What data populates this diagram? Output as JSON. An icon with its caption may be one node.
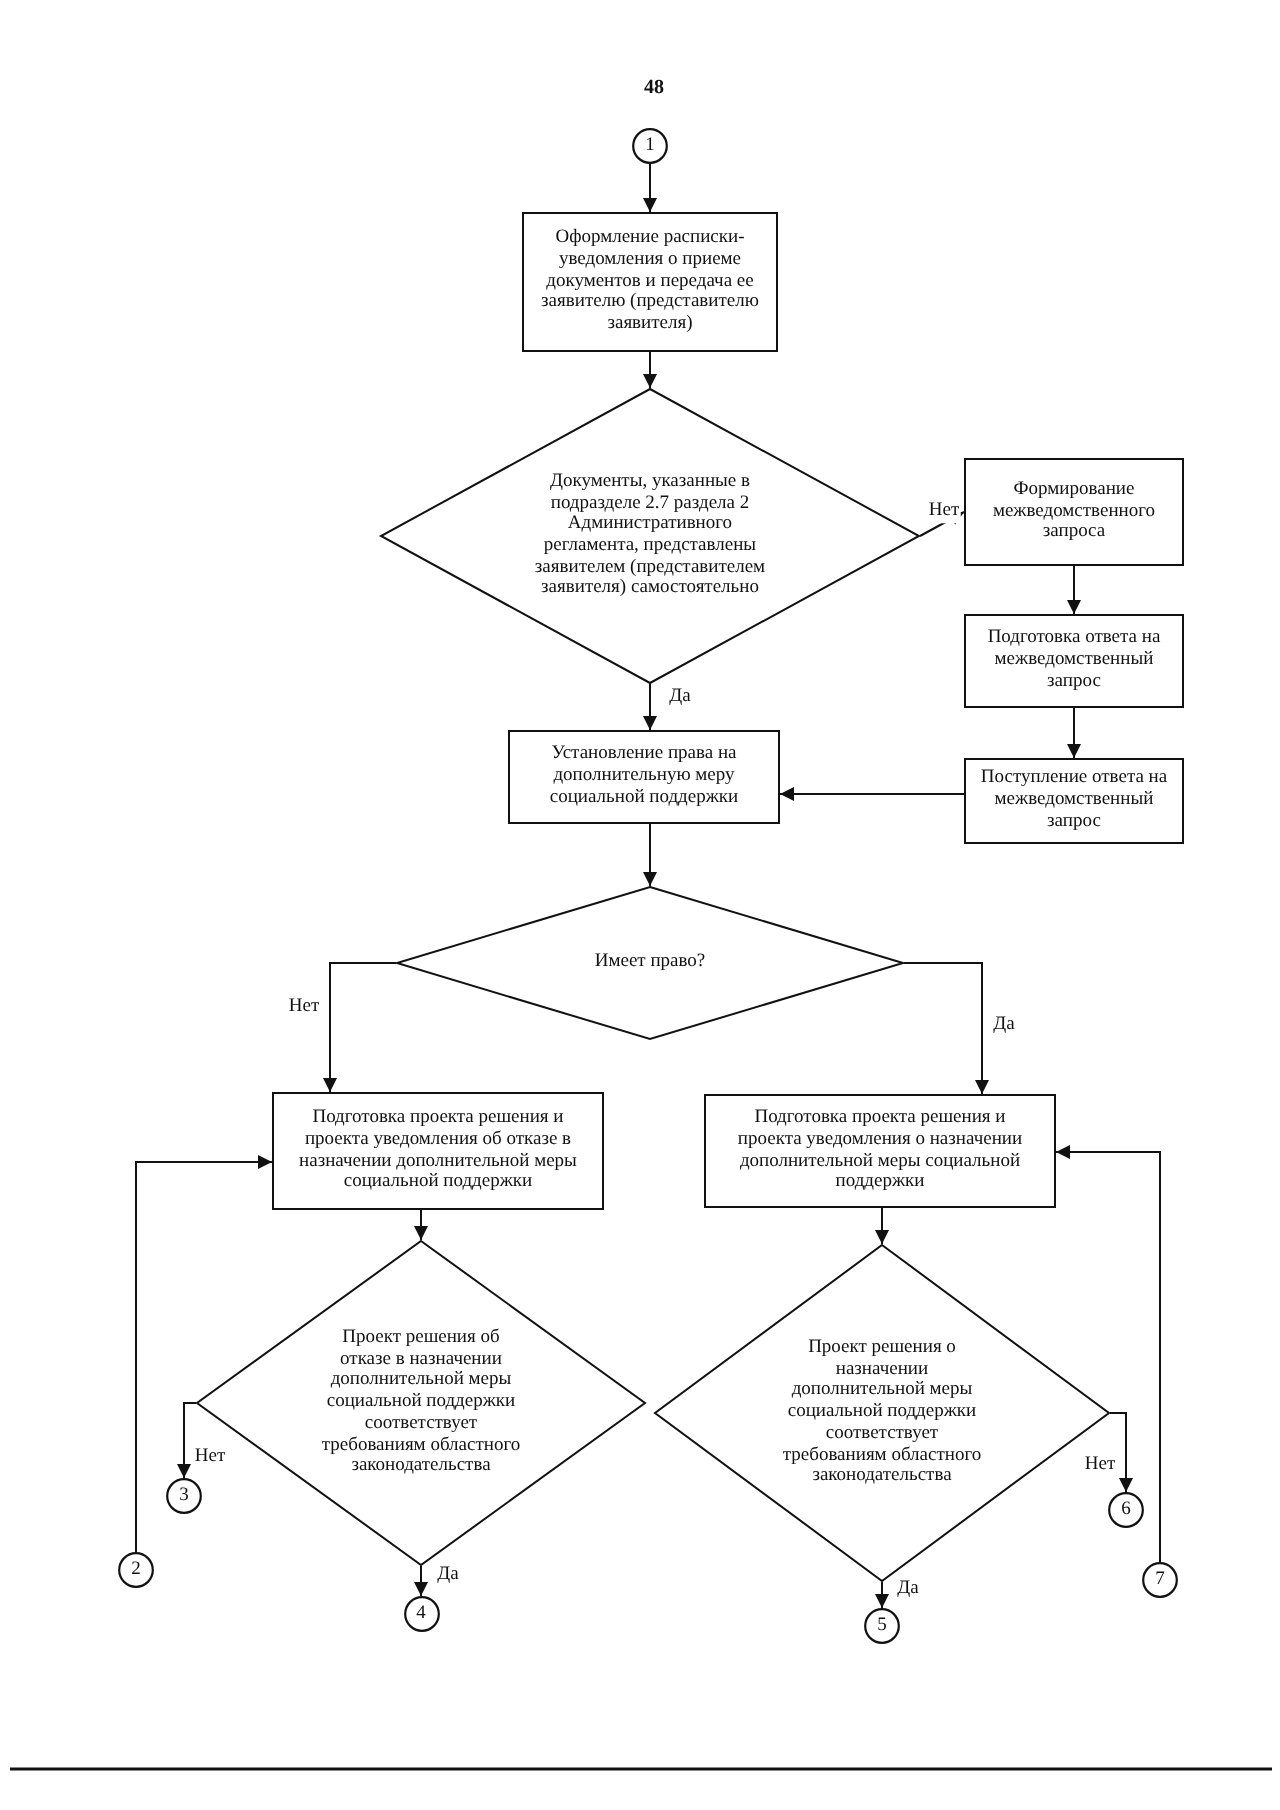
{
  "diagram": {
    "nodes": [
      {
        "text": [
          "1"
        ]
      },
      {
        "text": [
          "Оформление расписки-уведомления о приеме документов и передача ее заявителю (представителю заявителя)"
        ]
      },
      {
        "text": [
          "Документы, указанные в подразделе 2.7 раздела 2 Административного регламента, представлены заявителем (представителем заявителя) самостоятельно"
        ]
      },
      {
        "text": [
          "Формирование межведомственного запроса"
        ]
      },
      {
        "text": [
          "Подготовка ответа на межведомственный запрос"
        ]
      },
      {
        "text": [
          "Установление права на дополнительную меру социальной поддержки"
        ]
      },
      {
        "text": [
          "Поступление ответа на межведомственный запрос"
        ]
      },
      {
        "text": [
          "Имеет право?"
        ]
      },
      {
        "text": [
          "Подготовка проекта решения и проекта уведомления об отказе в назначении дополнительной меры социальной поддержки"
        ]
      },
      {
        "text": [
          "Подготовка проекта решения и проекта уведомления о назначении дополнительной меры социальной поддержки"
        ]
      },
      {
        "text": [
          "Проект решения об отказе в назначении дополнительной меры социальной поддержки соответствует требованиям областного законодательства"
        ]
      },
      {
        "text": [
          "Проект решения о назначении дополнительной меры социальной поддержки соответствует требованиям областного законодательства"
        ]
      },
      {
        "text": [
          "2"
        ]
      },
      {
        "text": [
          "3"
        ]
      },
      {
        "text": [
          "4"
        ]
      },
      {
        "text": [
          "5"
        ]
      },
      {
        "text": [
          "6"
        ]
      },
      {
        "text": [
          "7"
        ]
      }
    ],
    "edges": [
      {
        "from": 0,
        "to": 1,
        "arrow": "to"
      },
      {
        "from": 1,
        "to": 2,
        "arrow": "to"
      },
      {
        "from": 2,
        "to": 3,
        "arrow": "to",
        "label": "Нет"
      },
      {
        "from": 2,
        "to": 5,
        "arrow": "to",
        "label": "Да"
      },
      {
        "from": 3,
        "to": 4,
        "arrow": "to"
      },
      {
        "from": 4,
        "to": 6,
        "arrow": "to"
      },
      {
        "from": 6,
        "to": 5,
        "arrow": "to"
      },
      {
        "from": 5,
        "to": 7,
        "arrow": "to"
      },
      {
        "from": 7,
        "to": 8,
        "arrow": "to",
        "label": "Нет"
      },
      {
        "from": 7,
        "to": 9,
        "arrow": "to",
        "label": "Да"
      },
      {
        "from": 8,
        "to": 10,
        "arrow": "to"
      },
      {
        "from": 9,
        "to": 11,
        "arrow": "to"
      },
      {
        "from": 10,
        "to": 13,
        "arrow": "to",
        "label": "Нет"
      },
      {
        "from": 10,
        "to": 14,
        "arrow": "to",
        "label": "Да"
      },
      {
        "from": 11,
        "to": 16,
        "arrow": "to",
        "label": "Нет"
      },
      {
        "from": 11,
        "to": 15,
        "arrow": "to",
        "label": "Да"
      },
      {
        "from": 12,
        "to": 8,
        "arrow": "to"
      },
      {
        "from": 17,
        "to": 9,
        "arrow": "to"
      }
    ],
    "labels": [
      "48"
    ]
  }
}
